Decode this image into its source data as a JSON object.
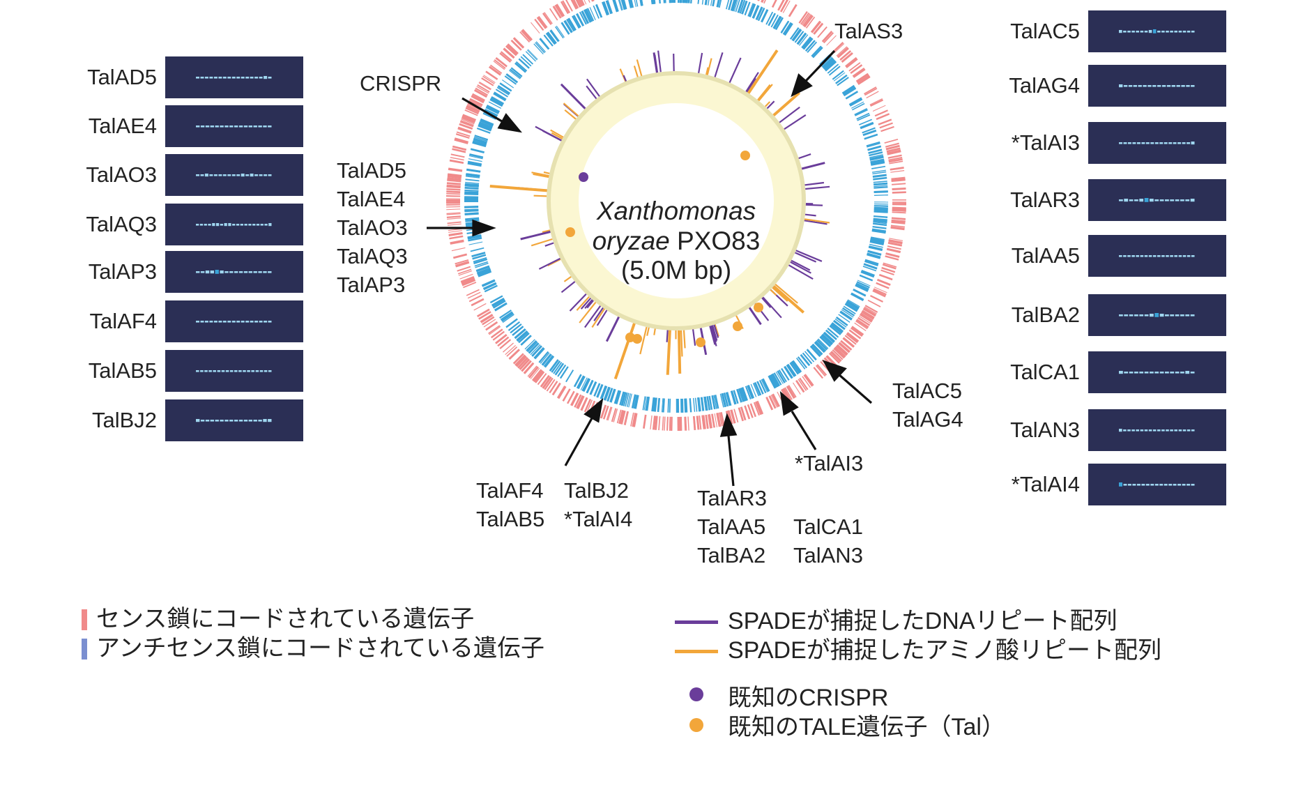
{
  "center": {
    "species_italic": "Xanthomonas",
    "line2_italic": "oryzae",
    "line2_plain": " PXO83",
    "line3": "(5.0M bp)"
  },
  "left_thumbs": [
    {
      "label": "TalAD5",
      "pattern": [
        1,
        1,
        1,
        1,
        1,
        1,
        1,
        1,
        1,
        1,
        1,
        1,
        1,
        1,
        1,
        2,
        1
      ]
    },
    {
      "label": "TalAE4",
      "pattern": [
        1,
        1,
        1,
        1,
        1,
        1,
        1,
        1,
        1,
        1,
        1,
        1,
        1,
        1,
        1,
        1
      ]
    },
    {
      "label": "TalAO3",
      "pattern": [
        1,
        1,
        2,
        1,
        1,
        1,
        1,
        1,
        1,
        1,
        2,
        1,
        2,
        1,
        1,
        1,
        1
      ]
    },
    {
      "label": "TalAQ3",
      "pattern": [
        1,
        1,
        1,
        1,
        2,
        2,
        1,
        2,
        2,
        1,
        1,
        1,
        1,
        1,
        1,
        1,
        1,
        1,
        2
      ]
    },
    {
      "label": "TalAP3",
      "pattern": [
        1,
        1,
        2,
        2,
        3,
        2,
        1,
        1,
        1,
        1,
        1,
        1,
        1,
        1,
        1,
        1
      ]
    },
    {
      "label": "TalAF4",
      "pattern": [
        1,
        1,
        1,
        1,
        1,
        1,
        1,
        1,
        1,
        1,
        1,
        1,
        1,
        1,
        1,
        1,
        1
      ]
    },
    {
      "label": "TalAB5",
      "pattern": [
        1,
        1,
        1,
        1,
        1,
        1,
        1,
        1,
        1,
        1,
        1,
        1,
        1,
        1,
        1,
        1,
        1,
        1
      ]
    },
    {
      "label": "TalBJ2",
      "pattern": [
        2,
        1,
        1,
        1,
        1,
        1,
        1,
        1,
        1,
        1,
        1,
        1,
        1,
        1,
        2,
        2
      ]
    }
  ],
  "right_thumbs": [
    {
      "label": "TalAC5",
      "pattern": [
        2,
        1,
        1,
        1,
        1,
        1,
        1,
        2,
        3,
        1,
        1,
        1,
        1,
        1,
        1,
        1,
        1,
        1
      ]
    },
    {
      "label": "TalAG4",
      "pattern": [
        2,
        1,
        1,
        1,
        1,
        1,
        1,
        1,
        1,
        1,
        1,
        1,
        1,
        1,
        1,
        1
      ]
    },
    {
      "label": "*TalAI3",
      "pattern": [
        1,
        1,
        1,
        1,
        1,
        1,
        1,
        1,
        1,
        1,
        1,
        1,
        1,
        1,
        1,
        1,
        2
      ]
    },
    {
      "label": "TalAR3",
      "pattern": [
        1,
        2,
        1,
        1,
        2,
        3,
        2,
        1,
        1,
        1,
        1,
        1,
        1,
        1,
        2
      ]
    },
    {
      "label": "TalAA5",
      "pattern": [
        1,
        1,
        1,
        1,
        1,
        1,
        1,
        1,
        1,
        1,
        1,
        1,
        1,
        1,
        1,
        1,
        1,
        1
      ]
    },
    {
      "label": "TalBA2",
      "pattern": [
        1,
        1,
        1,
        1,
        1,
        1,
        2,
        3,
        2,
        1,
        1,
        1,
        1,
        1,
        1
      ]
    },
    {
      "label": "TalCA1",
      "pattern": [
        2,
        1,
        1,
        1,
        1,
        1,
        1,
        1,
        1,
        1,
        1,
        1,
        1,
        2,
        1
      ]
    },
    {
      "label": "TalAN3",
      "pattern": [
        2,
        1,
        1,
        1,
        1,
        1,
        1,
        1,
        1,
        1,
        1,
        1,
        1,
        1,
        1,
        1,
        1,
        1
      ]
    },
    {
      "label": "*TalAI4",
      "pattern": [
        3,
        1,
        1,
        1,
        1,
        1,
        1,
        1,
        1,
        1,
        1,
        1,
        1,
        1,
        1,
        1,
        1
      ]
    }
  ],
  "callouts": {
    "talas3": "TalAS3",
    "crispr": "CRISPR",
    "left_group": [
      "TalAD5",
      "TalAE4",
      "TalAO3",
      "TalAQ3",
      "TalAP3"
    ],
    "right_group": [
      "TalAC5",
      "TalAG4"
    ],
    "tai3": "*TalAI3",
    "bottom_left_a": [
      "TalAF4",
      "TalAB5"
    ],
    "bottom_left_b": [
      "TalBJ2",
      "*TalAI4"
    ],
    "bottom_mid_a": [
      "TalAR3",
      "TalAA5",
      "TalBA2"
    ],
    "bottom_mid_b": [
      "TalCA1",
      "TalAN3"
    ]
  },
  "legend": {
    "sense": "センス鎖にコードされている遺伝子",
    "antisense": "アンチセンス鎖にコードされている遺伝子",
    "dna_repeat": "SPADEが捕捉したDNAリピート配列",
    "aa_repeat": "SPADEが捕捉したアミノ酸リピート配列",
    "known_crispr": "既知のCRISPR",
    "known_tale": "既知のTALE遺伝子（Tal）"
  },
  "colors": {
    "sense": "#f08a8a",
    "antisense": "#3aa3d8",
    "legend_antisense": "#7b8fd0",
    "dna_repeat": "#6a3d9a",
    "aa_repeat": "#f2a63a",
    "inner_disk": "#fbf7d2",
    "thumb_bg": "#2b2f55",
    "thumb_line": "#9fd6ef"
  }
}
